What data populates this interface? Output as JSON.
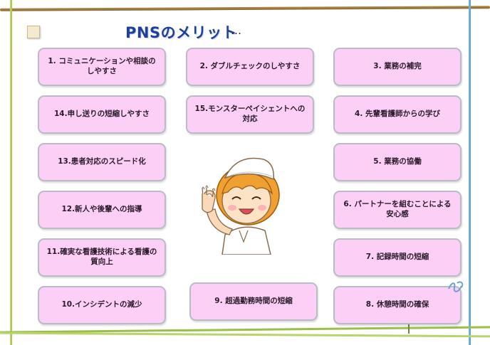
{
  "title": "PNSのメリット",
  "title_suffix": "…",
  "cards": [
    "1. コミュニケーションや相談のしやすさ",
    "2. ダブルチェックのしやすさ",
    "3. 業務の補完",
    "4. 先輩看護師からの学び",
    "5. 業務の協働",
    "6. パートナーを組むことによる安心感",
    "7. 記録時間の短縮",
    "8. 休憩時間の確保",
    "9. 超過勤務時間の短縮",
    "10.インシデントの減少",
    "11.確実な看護技術による看護の質向上",
    "12.新人や後輩への指導",
    "13.患者対応のスピード化",
    "14.申し送りの短縮しやすさ",
    "15.モンスターペイシェントへの対応"
  ],
  "colors": {
    "card_fill": "#fccff6",
    "card_border": "#b9bcc4",
    "title": "#1e3f9a"
  },
  "illustration": "nurse-ok-gesture"
}
